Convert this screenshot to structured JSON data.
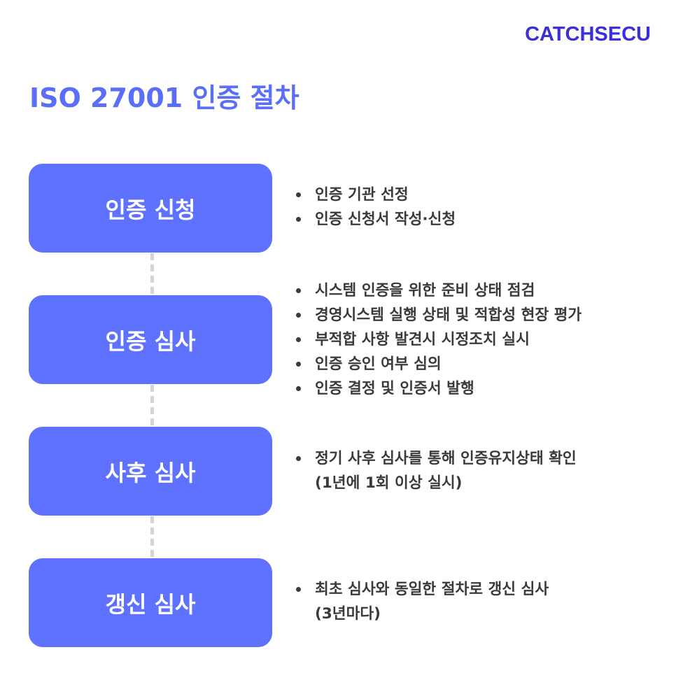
{
  "logo": "CATCHSECU",
  "title": "ISO 27001 인증 절차",
  "steps": [
    {
      "label": "인증 신청",
      "details": [
        "인증 기관 선정",
        "인증 신청서 작성·신청"
      ]
    },
    {
      "label": "인증 심사",
      "details": [
        "시스템 인증을 위한 준비 상태 점검",
        "경영시스템 실행 상태 및 적합성 현장 평가",
        "부적합 사항 발견시 시정조치 실시",
        "인증 승인 여부 심의",
        "인증 결정 및 인증서 발행"
      ]
    },
    {
      "label": "사후 심사",
      "details": [
        "정기 사후 심사를 통해 인증유지상태 확인",
        "(1년에 1회 이상 실시)"
      ]
    },
    {
      "label": "갱신 심사",
      "details": [
        "최초 심사와 동일한 절차로 갱신 심사",
        "(3년마다)"
      ]
    }
  ],
  "colors": {
    "accent": "#5f72ff",
    "title": "#5b6ef8",
    "logo": "#3b2fd9",
    "text": "#3a3a3a",
    "connector": "#d4d4d4"
  }
}
